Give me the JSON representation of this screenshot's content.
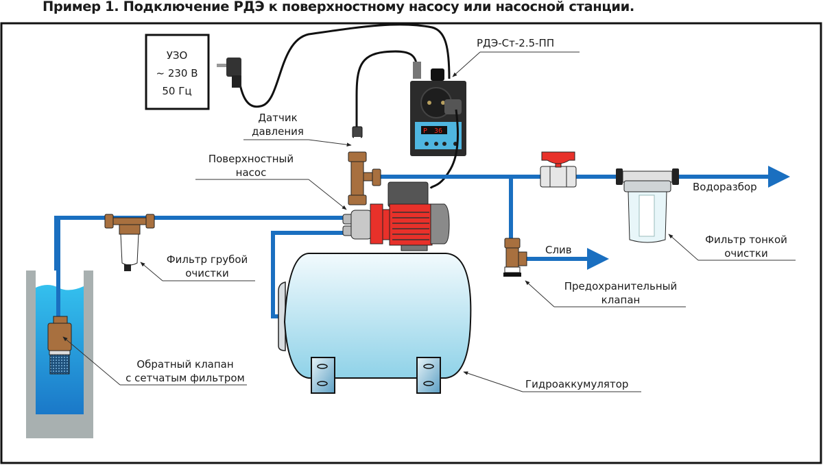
{
  "title": "Пример 1. Подключение РДЭ к поверхностному насосу или насосной станции.",
  "power_box": {
    "lines": [
      "УЗО",
      "~ 230 В",
      "50 Гц"
    ]
  },
  "labels": {
    "controller": "РДЭ-Ст-2.5-ПП",
    "pressure_sensor": [
      "Датчик",
      "давления"
    ],
    "surface_pump": [
      "Поверхностный",
      "насос"
    ],
    "coarse_filter": [
      "Фильтр грубой",
      "очистки"
    ],
    "check_valve": [
      "Обратный клапан",
      "с сетчатым фильтром"
    ],
    "accumulator": "Гидроаккумулятор",
    "safety_valve": [
      "Предохранительный",
      "клапан"
    ],
    "drain": "Слив",
    "water_outlet": "Водоразбор",
    "fine_filter": [
      "Фильтр тонкой",
      "очистки"
    ]
  },
  "controller_display": {
    "mode": "P",
    "value": "36"
  },
  "colors": {
    "pipe": "#1a6fc0",
    "water": "#2a9fdc",
    "brass": "#a8703f",
    "pump_red": "#e8312a",
    "tank": "#bfe6f2",
    "controller_body": "#2b2b2b",
    "controller_panel": "#4fb6e0"
  }
}
